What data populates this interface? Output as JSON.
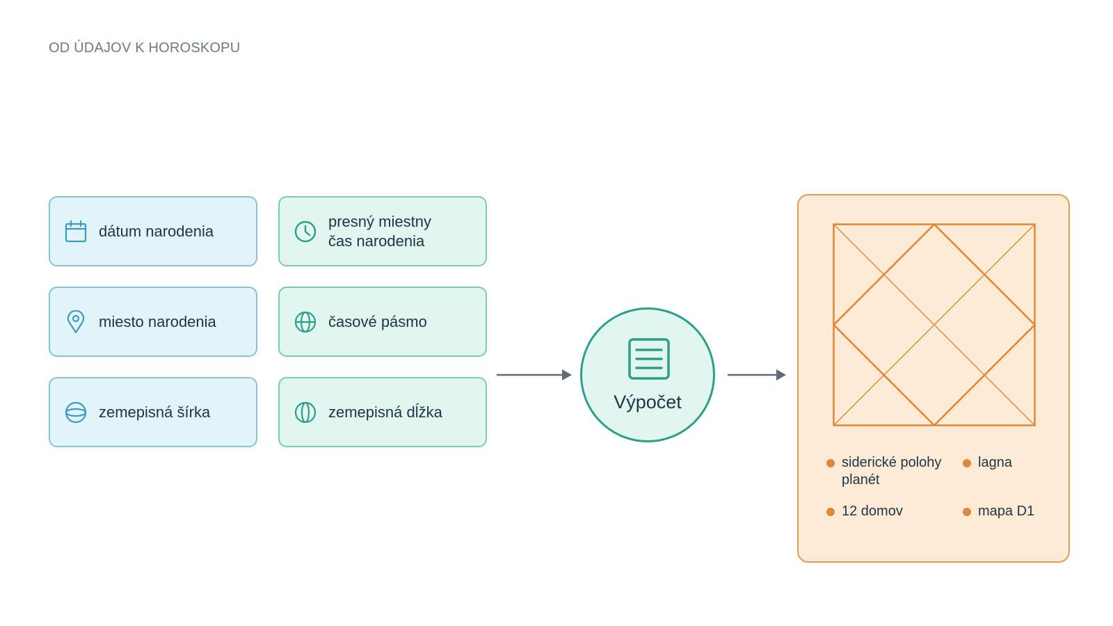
{
  "page": {
    "title": "OD ÚDAJOV K HOROSKOPU"
  },
  "inputs": [
    {
      "label": "dátum narodenia",
      "icon": "calendar-icon",
      "variant": "blue"
    },
    {
      "label": "presný miestny\nčas narodenia",
      "icon": "clock-icon",
      "variant": "green"
    },
    {
      "label": "miesto narodenia",
      "icon": "map-pin-icon",
      "variant": "blue"
    },
    {
      "label": "časové pásmo",
      "icon": "globe-icon",
      "variant": "green"
    },
    {
      "label": "zemepisná šírka",
      "icon": "latitude-icon",
      "variant": "blue"
    },
    {
      "label": "zemepisná dĺžka",
      "icon": "longitude-icon",
      "variant": "green"
    }
  ],
  "process": {
    "label": "Výpočet",
    "icon": "document-lines-icon"
  },
  "result": {
    "chart": "north-indian-chart-diagram",
    "items": [
      {
        "label": "siderické polohy\nplanét"
      },
      {
        "label": "lagna"
      },
      {
        "label": "12 domov"
      },
      {
        "label": "mapa D1"
      }
    ]
  },
  "colors": {
    "blue_card_bg": "#e3f3fa",
    "blue_card_border": "#86c3d6",
    "blue_icon": "#3a9cc0",
    "green_card_bg": "#e0f6ef",
    "green_card_border": "#7cc9b6",
    "green_icon": "#2e9e8c",
    "result_bg": "#fdebd6",
    "result_border": "#e89a52",
    "result_accent": "#e08838",
    "arrow": "#5f6b76",
    "title": "#6b7a88",
    "text": "#203548"
  }
}
